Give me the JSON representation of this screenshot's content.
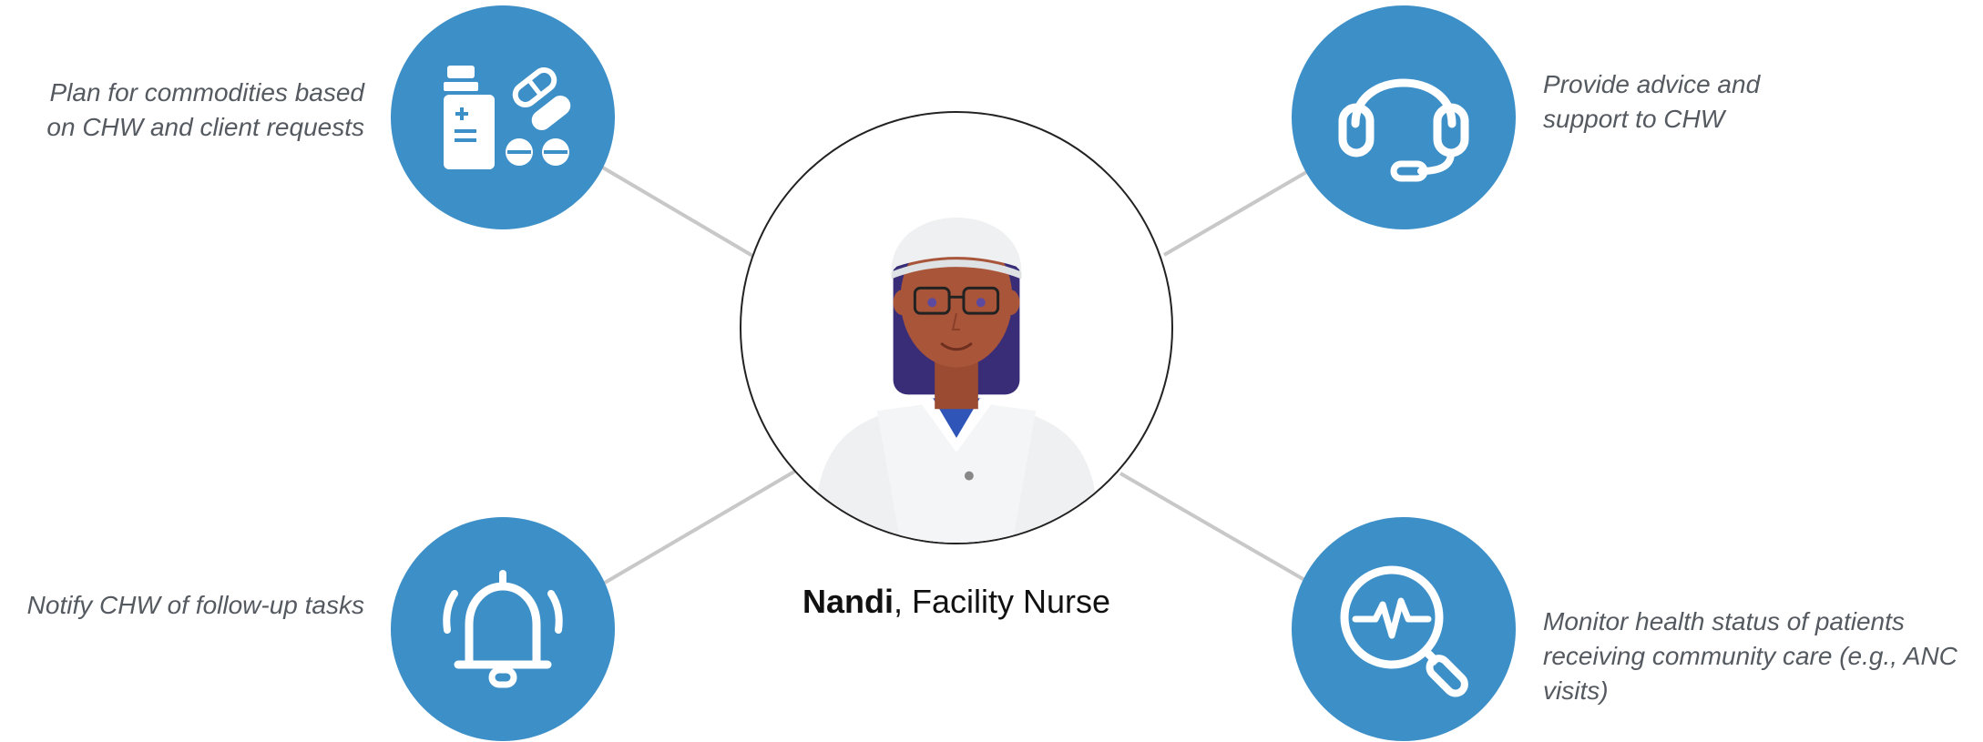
{
  "central_person": {
    "name": "Nandi",
    "separator": ", ",
    "role": "Facility Nurse"
  },
  "tasks": {
    "top_left": {
      "line1": "Plan for commodities based",
      "line2": "on CHW and client requests",
      "icon": "medicine-pills-icon"
    },
    "top_right": {
      "line1": "Provide advice and",
      "line2": "support to CHW",
      "icon": "headset-icon"
    },
    "bottom_left": {
      "line1": "Notify CHW of follow-up tasks",
      "icon": "alarm-bell-icon"
    },
    "bottom_right": {
      "line1": "Monitor health status of patients",
      "line2": "receiving community care (e.g., ANC",
      "line3": "visits)",
      "icon": "heartbeat-magnifier-icon"
    }
  },
  "colors": {
    "icon_circle": "#3d8fc8",
    "connector": "#c8c8c8",
    "text": "#555a60"
  }
}
